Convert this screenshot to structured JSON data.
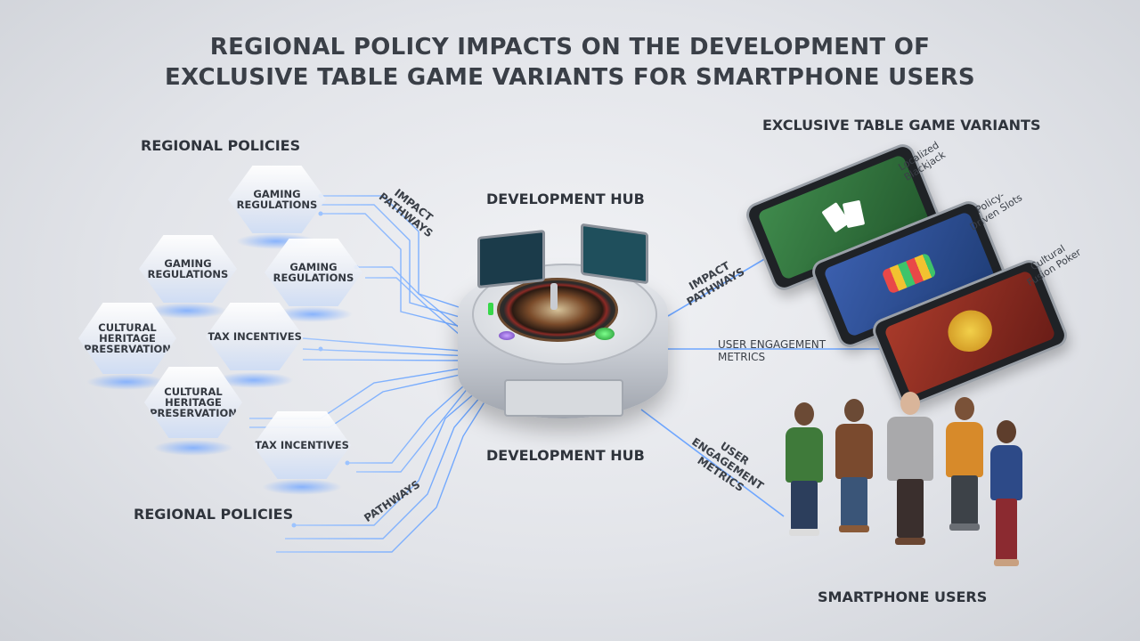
{
  "title": {
    "line1": "REGIONAL POLICY IMPACTS ON THE DEVELOPMENT OF",
    "line2": "EXCLUSIVE TABLE GAME VARIANTS FOR SMARTPHONE USERS"
  },
  "labels": {
    "regional_policies_top": "REGIONAL POLICIES",
    "regional_policies_bottom": "REGIONAL POLICIES",
    "development_hub_top": "DEVELOPMENT HUB",
    "development_hub_bottom": "DEVELOPMENT HUB",
    "exclusive_variants": "EXCLUSIVE TABLE GAME VARIANTS",
    "smartphone_users": "SMARTPHONE USERS",
    "impact_pathways_left": "IMPACT PATHWAYS",
    "pathways_bottom": "PATHWAYS",
    "impact_pathways_right": "IMPACT PATHWAYS",
    "engagement_metrics_right": "USER ENGAGEMENT METRICS",
    "engagement_metrics_diag": "USER ENGAGEMENT METRICS"
  },
  "policies": [
    {
      "label": "GAMING REGULATIONS"
    },
    {
      "label": "GAMING REGULATIONS"
    },
    {
      "label": "GAMING REGULATIONS"
    },
    {
      "label": "CULTURAL HERITAGE PRESERVATION"
    },
    {
      "label": "TAX INCENTIVES"
    },
    {
      "label": "CULTURAL HERITAGE PRESERVATION"
    },
    {
      "label": "TAX INCENTIVES"
    }
  ],
  "variants": [
    {
      "label": "Localized Blackjack",
      "screen_color": "#2f6b3a"
    },
    {
      "label": "Policy-Driven Slots",
      "screen_color": "#2c4a8a"
    },
    {
      "label": "Cultural Fusion Poker",
      "screen_color": "#8a2a22"
    }
  ],
  "colors": {
    "pathway": "#7fb2ff",
    "glow": "#8ab8ff"
  }
}
